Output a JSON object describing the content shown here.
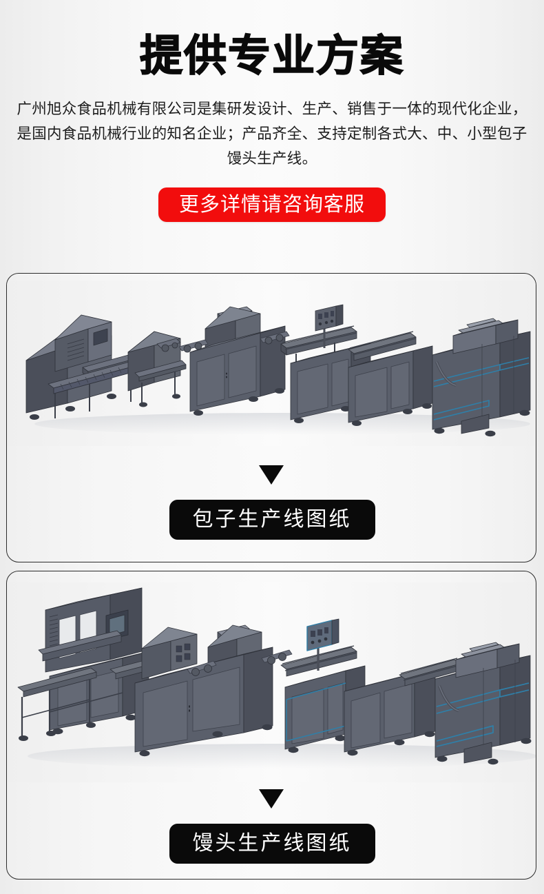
{
  "header": {
    "title": "提供专业方案",
    "intro": "广州旭众食品机械有限公司是集研发设计、生产、销售于一体的现代化企业，是国内食品机械行业的知名企业；产品齐全、支持定制各式大、中、小型包子馒头生产线。"
  },
  "cta": {
    "label": "更多详情请咨询客服",
    "color": "#f20d0d",
    "text_color": "#ffffff"
  },
  "cards": [
    {
      "id": "baozi",
      "caption": "包子生产线图纸",
      "arrow_icon": "triangle-down-icon",
      "diagram_name": "baozi-production-line-diagram",
      "diagram_alt": "包子生产线设备三维图纸"
    },
    {
      "id": "mantou",
      "caption": "馒头生产线图纸",
      "arrow_icon": "triangle-down-icon",
      "diagram_name": "mantou-production-line-diagram",
      "diagram_alt": "馒头生产线设备三维图纸"
    }
  ],
  "theme": {
    "page_background": "#f6f6f6",
    "title_color": "#0a0a0a",
    "body_text_color": "#1d1d1d",
    "pill_background": "#0a0a0a",
    "pill_text_color": "#ffffff",
    "card_border": "#2b2b2b",
    "machine_body": "#5e636f",
    "machine_body_dark": "#474b56",
    "machine_top": "#767b88",
    "machine_edge": "#2f323a",
    "machine_accent_blue": "#2f7fa8"
  }
}
